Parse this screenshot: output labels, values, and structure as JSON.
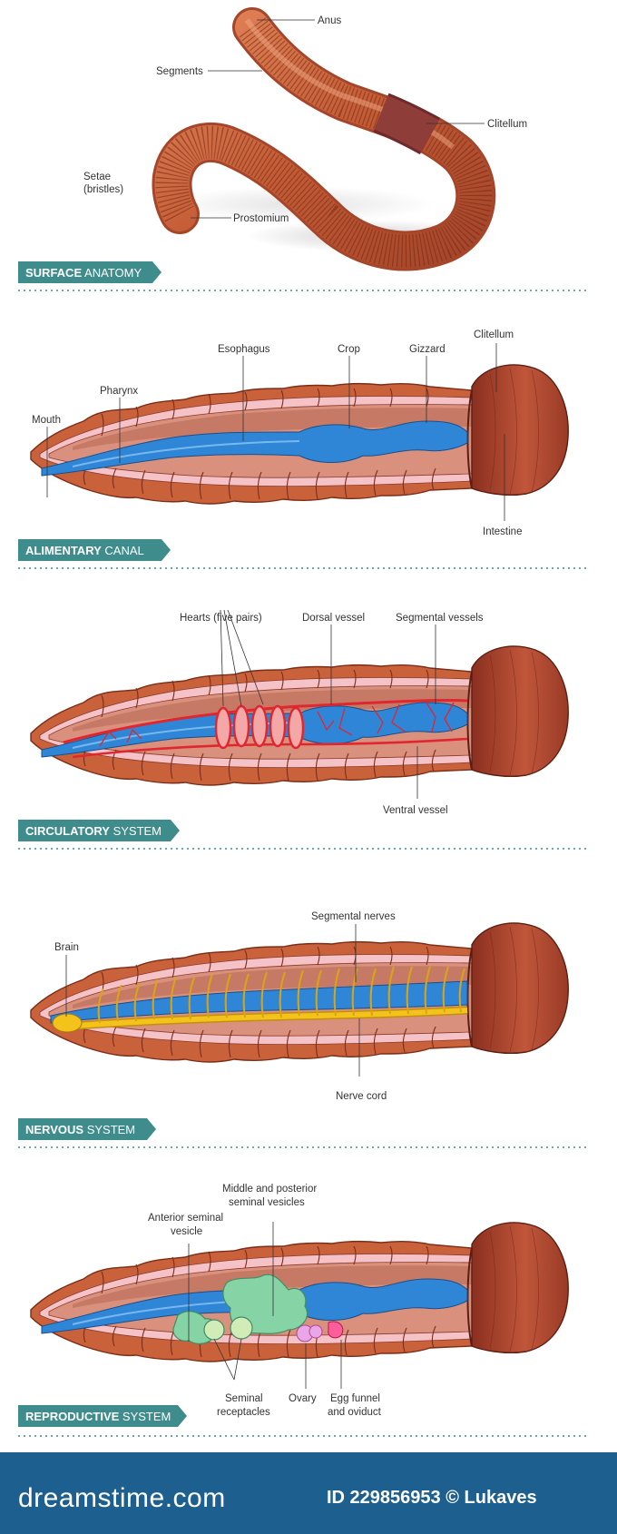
{
  "colors": {
    "banner": "#3f8c8c",
    "footer": "#1d5f8f",
    "skin": "#c9623a",
    "gut": "#2f86d6",
    "blood": "#e0262e",
    "nerve": "#f3c21b",
    "gonad": "#86d3a6"
  },
  "sections": {
    "surface": {
      "title_bold": "SURFACE",
      "title_light": "ANATOMY",
      "labels": {
        "anus": "Anus",
        "segments": "Segments",
        "clitellum": "Clitellum",
        "setae_1": "Setae",
        "setae_2": "(bristles)",
        "prostomium": "Prostomium"
      }
    },
    "alimentary": {
      "title_bold": "ALIMENTARY",
      "title_light": "CANAL",
      "labels": {
        "mouth": "Mouth",
        "pharynx": "Pharynx",
        "esophagus": "Esophagus",
        "crop": "Crop",
        "gizzard": "Gizzard",
        "clitellum": "Clitellum",
        "intestine": "Intestine"
      }
    },
    "circulatory": {
      "title_bold": "CIRCULATORY",
      "title_light": "SYSTEM",
      "labels": {
        "hearts": "Hearts (five pairs)",
        "dorsal": "Dorsal vessel",
        "segmental": "Segmental vessels",
        "ventral": "Ventral vessel"
      }
    },
    "nervous": {
      "title_bold": "NERVOUS",
      "title_light": "SYSTEM",
      "labels": {
        "brain": "Brain",
        "segmental_nerves": "Segmental nerves",
        "nerve_cord": "Nerve cord"
      }
    },
    "reproductive": {
      "title_bold": "REPRODUCTIVE",
      "title_light": "SYSTEM",
      "labels": {
        "middle_1": "Middle and posterior",
        "middle_2": "seminal vesicles",
        "anterior_1": "Anterior seminal",
        "anterior_2": "vesicle",
        "receptacles_1": "Seminal",
        "receptacles_2": "receptacles",
        "ovary": "Ovary",
        "egg_1": "Egg funnel",
        "egg_2": "and oviduct"
      }
    }
  },
  "footer": {
    "logo": "dreamstime.com",
    "credit": "ID 229856953 © Lukaves"
  }
}
